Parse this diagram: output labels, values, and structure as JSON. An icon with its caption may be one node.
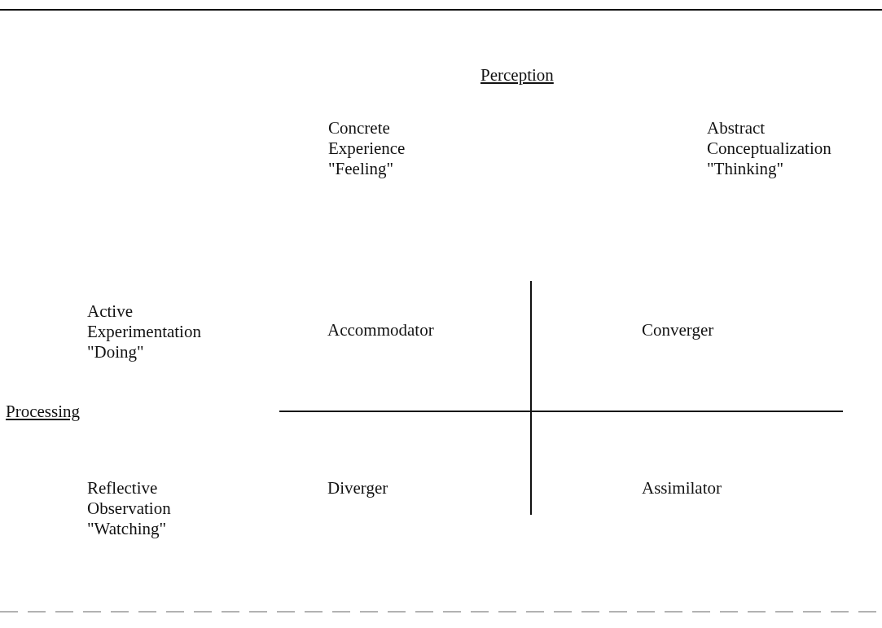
{
  "diagram": {
    "labels": [
      "Perception",
      "Concrete Experience \"Feeling\"",
      "Abstract Conceptualization \"Thinking\"",
      "Active Experimentation \"Doing\"",
      "Accommodator",
      "Converger",
      "Processing",
      "Reflective Observation \"Watching\"",
      "Diverger",
      "Assimilator"
    ]
  }
}
